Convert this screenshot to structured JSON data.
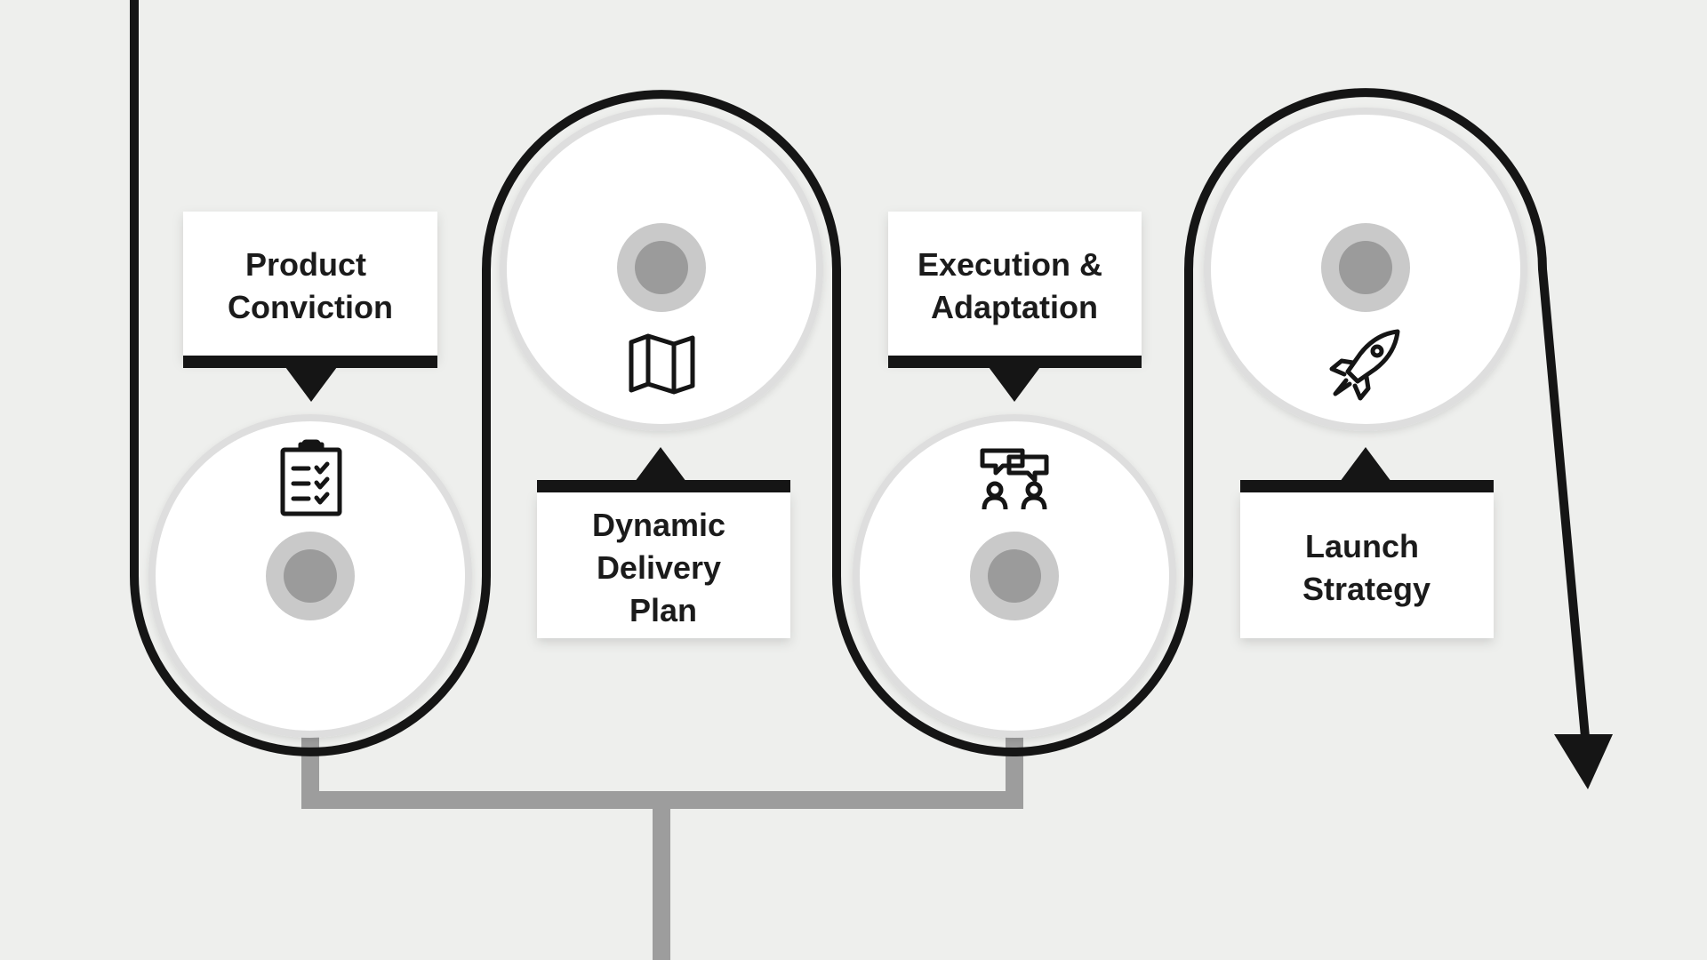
{
  "steps": [
    {
      "label_lines": [
        "Product",
        "Conviction"
      ],
      "icon": "clipboard-checklist-icon"
    },
    {
      "label_lines": [
        "Dynamic",
        "Delivery",
        "Plan"
      ],
      "icon": "map-icon"
    },
    {
      "label_lines": [
        "Execution &",
        "Adaptation"
      ],
      "icon": "team-discussion-icon"
    },
    {
      "label_lines": [
        "Launch",
        "Strategy"
      ],
      "icon": "rocket-icon"
    }
  ],
  "colors": {
    "background": "#eeefed",
    "path": "#151515",
    "disc": "#ffffff",
    "disc_rim": "#dddddd",
    "dot_outer": "#c9c9c9",
    "dot_inner": "#9b9b9b",
    "connector": "#9d9d9d",
    "text": "#1b1b1b"
  }
}
